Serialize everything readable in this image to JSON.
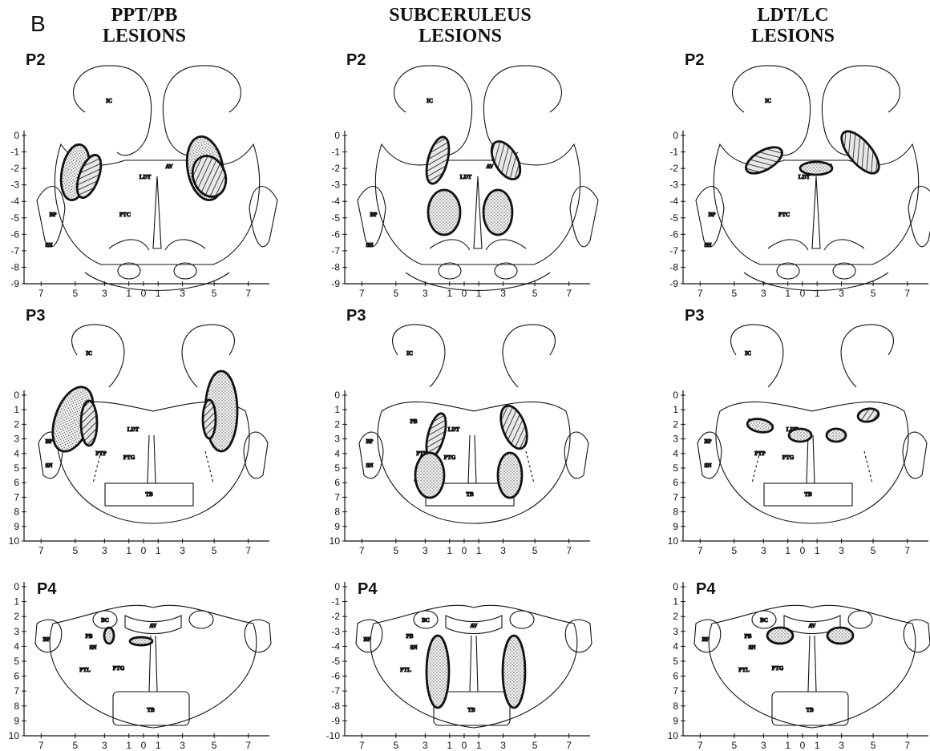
{
  "panel_letter": "B",
  "columns": [
    {
      "title_line1": "PPT/PB",
      "title_line2": "LESIONS"
    },
    {
      "title_line1": "SUBCERULEUS",
      "title_line2": "LESIONS"
    },
    {
      "title_line1": "LDT/LC",
      "title_line2": "LESIONS"
    }
  ],
  "row_labels": [
    "P2",
    "P3",
    "P4"
  ],
  "y_ticks": {
    "P2": [
      "0",
      "-1",
      "-2",
      "-3",
      "-4",
      "-5",
      "-6",
      "-7",
      "-8",
      "-9"
    ],
    "P3": [
      "0",
      "1",
      "2",
      "3",
      "4",
      "5",
      "6",
      "7",
      "8",
      "9",
      "10"
    ],
    "P4_a": [
      "0",
      "1",
      "2",
      "3",
      "4",
      "5",
      "6",
      "7",
      "8",
      "9",
      "10"
    ],
    "P4_b": [
      "0",
      "-1",
      "-2",
      "-3",
      "-4",
      "-5",
      "-6",
      "-7",
      "-8",
      "-9",
      "-10"
    ],
    "P4_c": [
      "0",
      "1",
      "2",
      "3",
      "4",
      "5",
      "6",
      "7",
      "8",
      "9",
      "10"
    ]
  },
  "x_ticks": [
    "7",
    "5",
    "3",
    "1",
    "0",
    "1",
    "3",
    "5",
    "7"
  ],
  "structures": {
    "P2": [
      "IC",
      "AV",
      "LDT",
      "BP",
      "PTC",
      "SN"
    ],
    "P3": [
      "IC",
      "LDT",
      "BP",
      "PTP",
      "PTG",
      "TB",
      "SN",
      "PB"
    ],
    "P4": [
      "BC",
      "AV",
      "PB",
      "BP",
      "SN",
      "PTL",
      "PTG",
      "TB"
    ]
  },
  "colors": {
    "ink": "#111111",
    "background": "#ffffff",
    "stipple": "#555555"
  }
}
